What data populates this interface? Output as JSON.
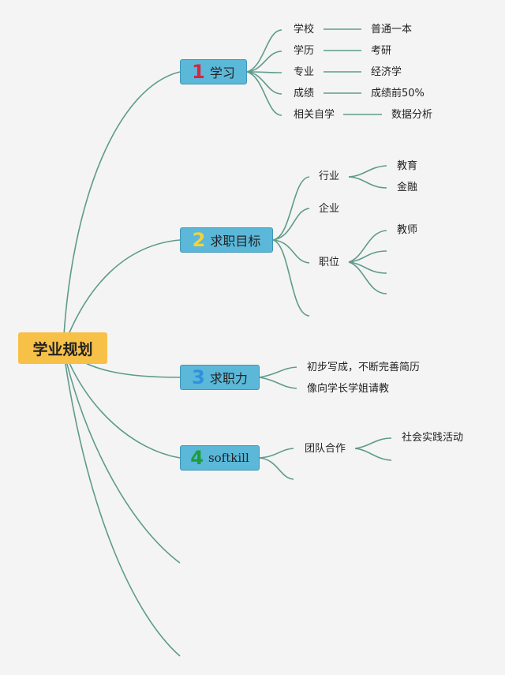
{
  "root": {
    "label": "学业规划"
  },
  "topics": [
    {
      "num": "1",
      "num_color": "#d7263d",
      "label": "学习",
      "items": [
        {
          "label": "学校",
          "value": "普通一本"
        },
        {
          "label": "学历",
          "value": "考研"
        },
        {
          "label": "专业",
          "value": "经济学"
        },
        {
          "label": "成绩",
          "value": "成绩前50%"
        },
        {
          "label": "相关自学",
          "value": "数据分析"
        }
      ]
    },
    {
      "num": "2",
      "num_color": "#f2d33b",
      "label": "求职目标",
      "items": [
        {
          "label": "行业",
          "children": [
            "教育",
            "金融"
          ]
        },
        {
          "label": "企业"
        },
        {
          "label": "职位",
          "children": [
            "教师"
          ]
        }
      ]
    },
    {
      "num": "3",
      "num_color": "#2f8fe0",
      "label": "求职力",
      "items": [
        {
          "label": "初步写成，不断完善简历"
        },
        {
          "label": "像向学长学姐请教"
        }
      ]
    },
    {
      "num": "4",
      "num_color": "#1f9d3a",
      "label": "softkill",
      "items": [
        {
          "label": "团队合作",
          "children": [
            "社会实践活动"
          ]
        }
      ]
    }
  ]
}
